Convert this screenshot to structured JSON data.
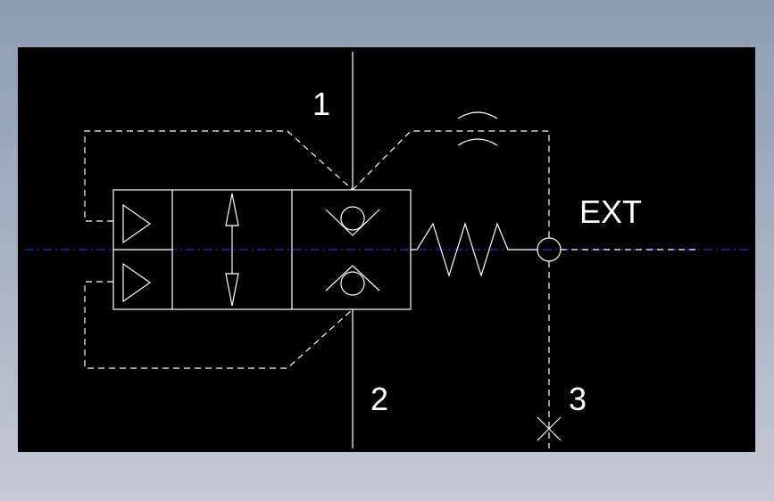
{
  "diagram": {
    "port_labels": {
      "p1": "1",
      "p2": "2",
      "p3": "3",
      "ext": "EXT"
    }
  },
  "colors": {
    "canvas_background": "#000000",
    "line": "#ffffff",
    "centerline": "#2b2bd6",
    "window_background": "#9aa6b6"
  }
}
